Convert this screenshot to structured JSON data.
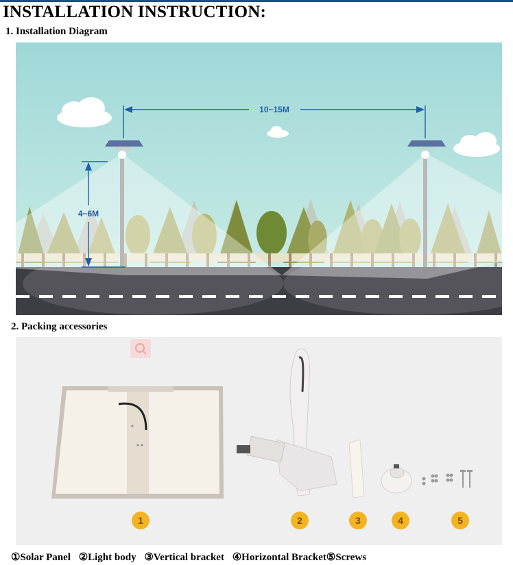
{
  "header": {
    "title": "INSTALLATION INSTRUCTION:"
  },
  "sections": {
    "diagram_heading": "1. Installation Diagram",
    "accessories_heading": "2. Packing accessories"
  },
  "diagram": {
    "distance_label": "10~15M",
    "height_label": "4~6M"
  },
  "accessories": {
    "badges": [
      "1",
      "2",
      "3",
      "4",
      "5"
    ],
    "caption": [
      "①Solar Panel",
      "②Light body",
      "③Vertical bracket",
      "④Horizontal Bracket",
      "⑤Screws"
    ]
  },
  "colors": {
    "sky": "#a6ddd9",
    "road": "#3d3d44",
    "badge": "#f3b422",
    "dimension_line": "#1f5fa6"
  },
  "icons": {
    "zoom": "magnifier-icon"
  }
}
